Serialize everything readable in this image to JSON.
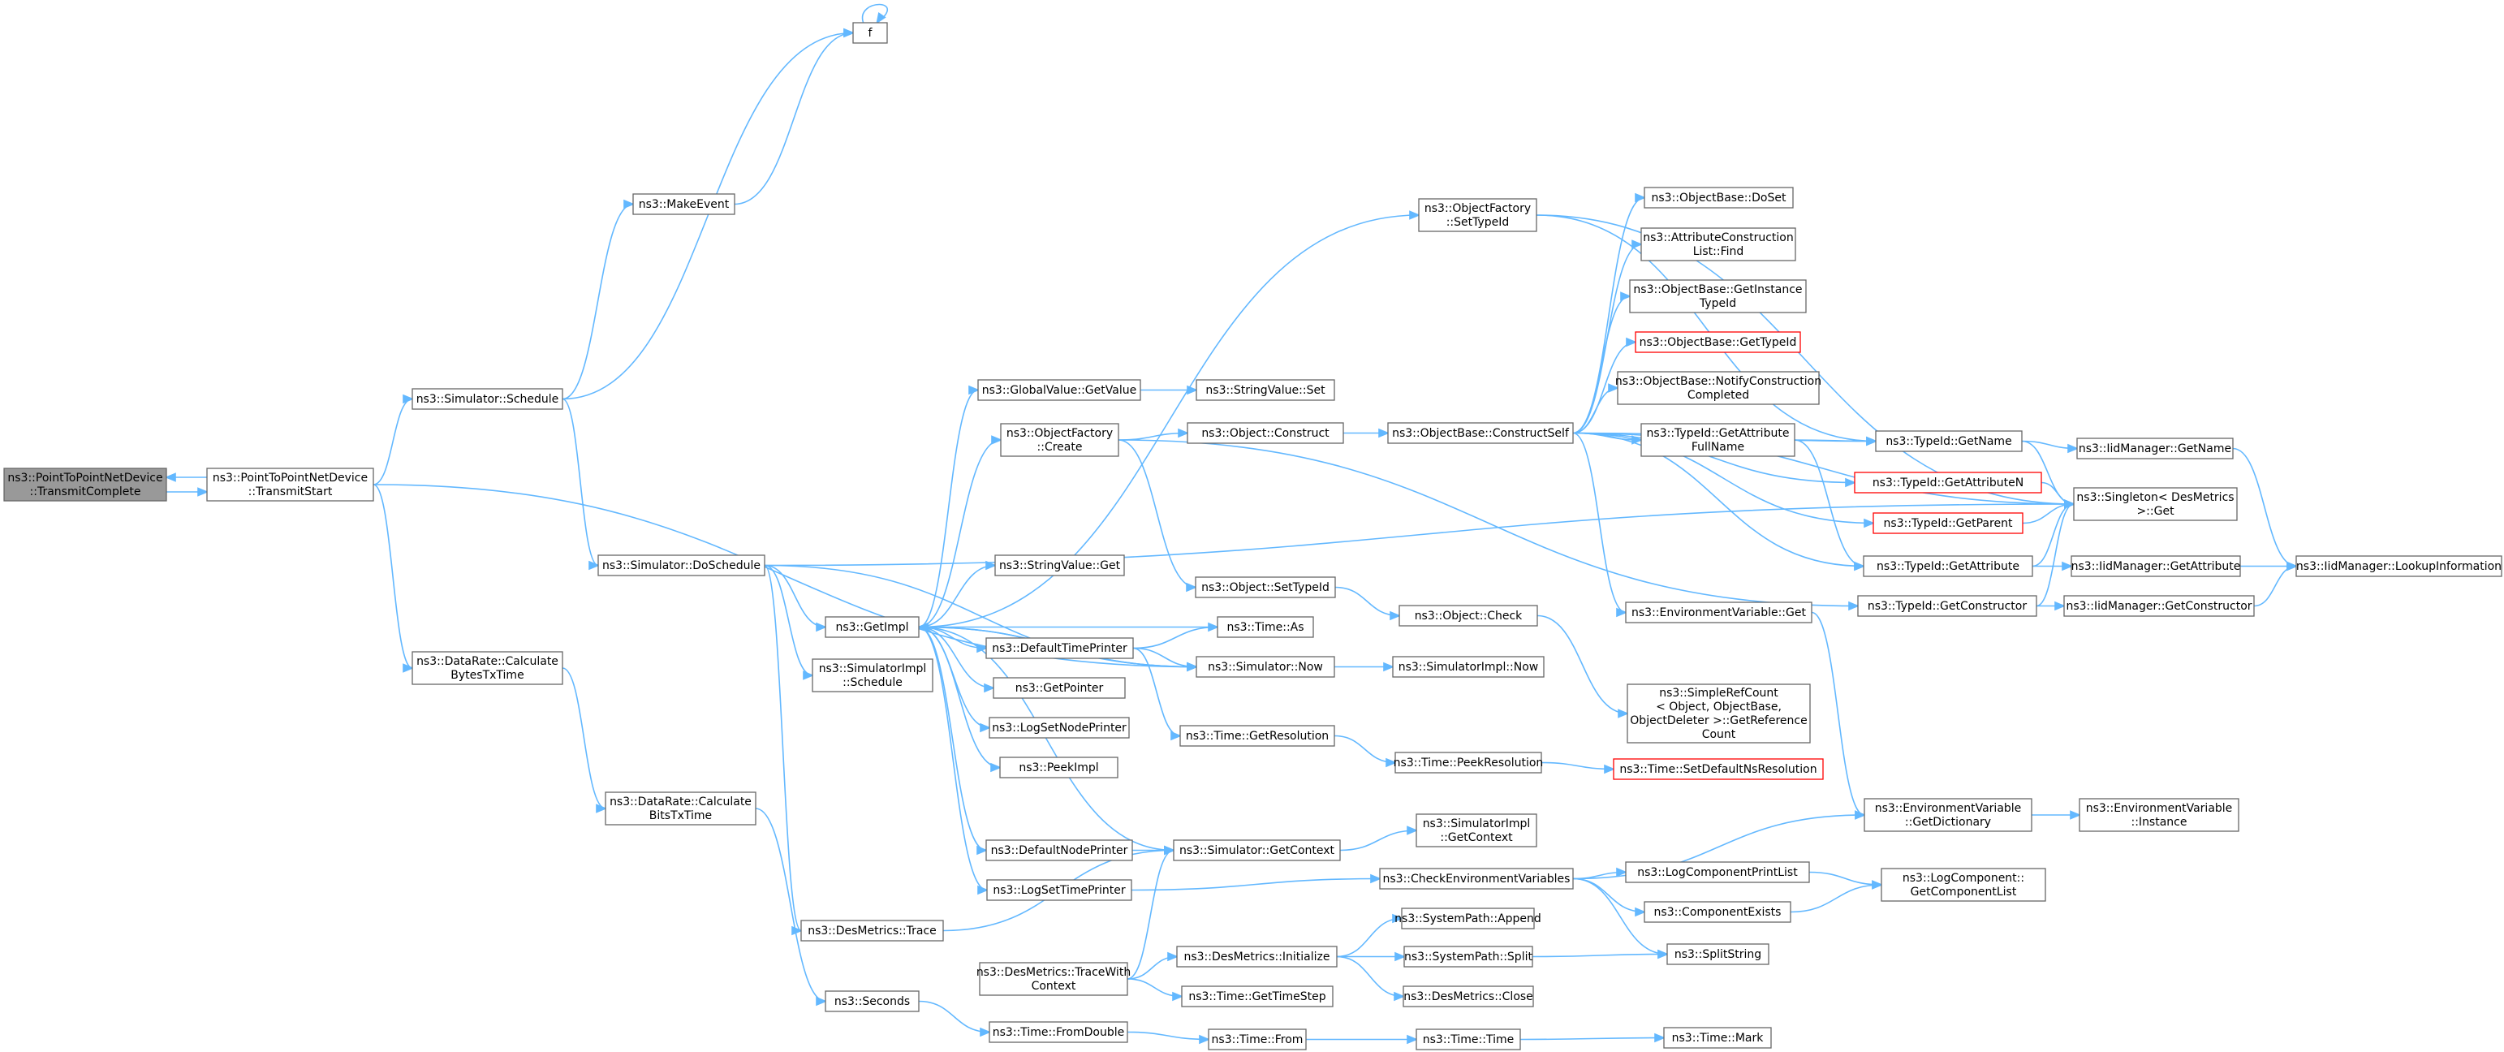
{
  "nodes": [
    {
      "id": "ptp_txc",
      "lines": [
        "ns3::PointToPointNetDevice",
        "::TransmitComplete"
      ],
      "root": true
    },
    {
      "id": "ptp_txs",
      "lines": [
        "ns3::PointToPointNetDevice",
        "::TransmitStart"
      ]
    },
    {
      "id": "f",
      "lines": [
        "f"
      ]
    },
    {
      "id": "make_event",
      "lines": [
        "ns3::MakeEvent"
      ]
    },
    {
      "id": "sim_schedule",
      "lines": [
        "ns3::Simulator::Schedule"
      ]
    },
    {
      "id": "sim_doschedule",
      "lines": [
        "ns3::Simulator::DoSchedule"
      ]
    },
    {
      "id": "dr_bytes",
      "lines": [
        "ns3::DataRate::Calculate",
        "BytesTxTime"
      ]
    },
    {
      "id": "dr_bits",
      "lines": [
        "ns3::DataRate::Calculate",
        "BitsTxTime"
      ]
    },
    {
      "id": "seconds",
      "lines": [
        "ns3::Seconds"
      ]
    },
    {
      "id": "getimpl",
      "lines": [
        "ns3::GetImpl"
      ]
    },
    {
      "id": "simimpl_sched",
      "lines": [
        "ns3::SimulatorImpl",
        "::Schedule"
      ]
    },
    {
      "id": "des_trace",
      "lines": [
        "ns3::DesMetrics::Trace"
      ]
    },
    {
      "id": "des_tracewith",
      "lines": [
        "ns3::DesMetrics::TraceWith",
        "Context"
      ]
    },
    {
      "id": "time_fromdouble",
      "lines": [
        "ns3::Time::FromDouble"
      ]
    },
    {
      "id": "gv_getvalue",
      "lines": [
        "ns3::GlobalValue::GetValue"
      ]
    },
    {
      "id": "of_create",
      "lines": [
        "ns3::ObjectFactory",
        "::Create"
      ]
    },
    {
      "id": "sv_get",
      "lines": [
        "ns3::StringValue::Get"
      ]
    },
    {
      "id": "def_timeprinter",
      "lines": [
        "ns3::DefaultTimePrinter"
      ]
    },
    {
      "id": "getpointer",
      "lines": [
        "ns3::GetPointer"
      ]
    },
    {
      "id": "logsetnodeprinter",
      "lines": [
        "ns3::LogSetNodePrinter"
      ]
    },
    {
      "id": "peekimpl",
      "lines": [
        "ns3::PeekImpl"
      ]
    },
    {
      "id": "def_nodeprinter",
      "lines": [
        "ns3::DefaultNodePrinter"
      ]
    },
    {
      "id": "logsettimeprinter",
      "lines": [
        "ns3::LogSetTimePrinter"
      ]
    },
    {
      "id": "of_settypeid",
      "lines": [
        "ns3::ObjectFactory",
        "::SetTypeId"
      ]
    },
    {
      "id": "sv_set",
      "lines": [
        "ns3::StringValue::Set"
      ]
    },
    {
      "id": "obj_construct",
      "lines": [
        "ns3::Object::Construct"
      ]
    },
    {
      "id": "obj_settypeid",
      "lines": [
        "ns3::Object::SetTypeId"
      ]
    },
    {
      "id": "time_as",
      "lines": [
        "ns3::Time::As"
      ]
    },
    {
      "id": "sim_now",
      "lines": [
        "ns3::Simulator::Now"
      ]
    },
    {
      "id": "time_getres",
      "lines": [
        "ns3::Time::GetResolution"
      ]
    },
    {
      "id": "sim_getcontext",
      "lines": [
        "ns3::Simulator::GetContext"
      ]
    },
    {
      "id": "des_init",
      "lines": [
        "ns3::DesMetrics::Initialize"
      ]
    },
    {
      "id": "time_gettimestep",
      "lines": [
        "ns3::Time::GetTimeStep"
      ]
    },
    {
      "id": "time_from",
      "lines": [
        "ns3::Time::From"
      ]
    },
    {
      "id": "ob_constructself",
      "lines": [
        "ns3::ObjectBase::ConstructSelf"
      ]
    },
    {
      "id": "obj_check",
      "lines": [
        "ns3::Object::Check"
      ]
    },
    {
      "id": "simimpl_now",
      "lines": [
        "ns3::SimulatorImpl::Now"
      ]
    },
    {
      "id": "time_peekres",
      "lines": [
        "ns3::Time::PeekResolution"
      ]
    },
    {
      "id": "simimpl_getctx",
      "lines": [
        "ns3::SimulatorImpl",
        "::GetContext"
      ]
    },
    {
      "id": "check_env",
      "lines": [
        "ns3::CheckEnvironmentVariables"
      ]
    },
    {
      "id": "sp_append",
      "lines": [
        "ns3::SystemPath::Append"
      ]
    },
    {
      "id": "sp_split",
      "lines": [
        "ns3::SystemPath::Split"
      ]
    },
    {
      "id": "des_close",
      "lines": [
        "ns3::DesMetrics::Close"
      ]
    },
    {
      "id": "time_time",
      "lines": [
        "ns3::Time::Time"
      ]
    },
    {
      "id": "ob_doset",
      "lines": [
        "ns3::ObjectBase::DoSet"
      ]
    },
    {
      "id": "acl_find",
      "lines": [
        "ns3::AttributeConstruction",
        "List::Find"
      ]
    },
    {
      "id": "ob_getinst",
      "lines": [
        "ns3::ObjectBase::GetInstance",
        "TypeId"
      ]
    },
    {
      "id": "ob_gettypeid",
      "lines": [
        "ns3::ObjectBase::GetTypeId"
      ],
      "red": true
    },
    {
      "id": "ob_notify",
      "lines": [
        "ns3::ObjectBase::NotifyConstruction",
        "Completed"
      ]
    },
    {
      "id": "tid_getattrfull",
      "lines": [
        "ns3::TypeId::GetAttribute",
        "FullName"
      ]
    },
    {
      "id": "tid_getattrn",
      "lines": [
        "ns3::TypeId::GetAttributeN"
      ],
      "red": true
    },
    {
      "id": "tid_getparent",
      "lines": [
        "ns3::TypeId::GetParent"
      ],
      "red": true
    },
    {
      "id": "env_get",
      "lines": [
        "ns3::EnvironmentVariable::Get"
      ]
    },
    {
      "id": "simpleref",
      "lines": [
        "ns3::SimpleRefCount",
        "< Object, ObjectBase,",
        "ObjectDeleter >::GetReference",
        "Count"
      ]
    },
    {
      "id": "time_setdefns",
      "lines": [
        "ns3::Time::SetDefaultNsResolution"
      ],
      "red": true
    },
    {
      "id": "lcpl",
      "lines": [
        "ns3::LogComponentPrintList"
      ]
    },
    {
      "id": "comp_exists",
      "lines": [
        "ns3::ComponentExists"
      ]
    },
    {
      "id": "splitstring",
      "lines": [
        "ns3::SplitString"
      ]
    },
    {
      "id": "time_mark",
      "lines": [
        "ns3::Time::Mark"
      ]
    },
    {
      "id": "tid_getname",
      "lines": [
        "ns3::TypeId::GetName"
      ]
    },
    {
      "id": "tid_getattr",
      "lines": [
        "ns3::TypeId::GetAttribute"
      ]
    },
    {
      "id": "tid_getctor",
      "lines": [
        "ns3::TypeId::GetConstructor"
      ]
    },
    {
      "id": "env_getdict",
      "lines": [
        "ns3::EnvironmentVariable",
        "::GetDictionary"
      ]
    },
    {
      "id": "lc_getlist",
      "lines": [
        "ns3::LogComponent::",
        "GetComponentList"
      ]
    },
    {
      "id": "iid_getname",
      "lines": [
        "ns3::IidManager::GetName"
      ]
    },
    {
      "id": "singleton_get",
      "lines": [
        "ns3::Singleton< DesMetrics",
        ">::Get"
      ]
    },
    {
      "id": "iid_getattr",
      "lines": [
        "ns3::IidManager::GetAttribute"
      ]
    },
    {
      "id": "iid_getctor",
      "lines": [
        "ns3::IidManager::GetConstructor"
      ]
    },
    {
      "id": "env_instance",
      "lines": [
        "ns3::EnvironmentVariable",
        "::Instance"
      ]
    },
    {
      "id": "iid_lookup",
      "lines": [
        "ns3::IidManager::LookupInformation"
      ]
    }
  ]
}
